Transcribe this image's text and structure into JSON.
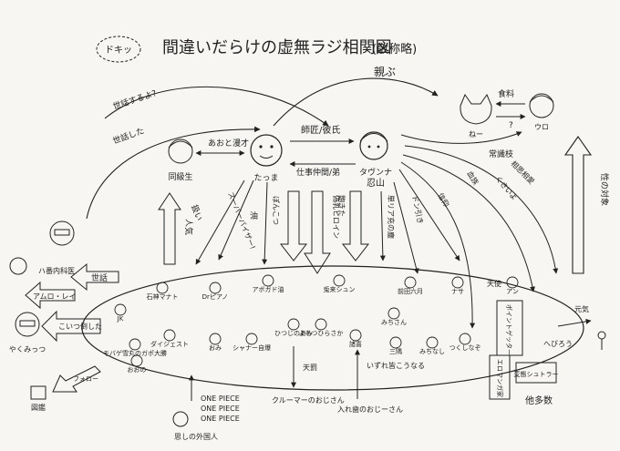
{
  "header": {
    "badge": "ドキッ",
    "title": "間違いだらけの虚無ラジ相関図",
    "title_note": "(敬称略)"
  },
  "main_nodes": {
    "left_person_label": "同級生",
    "center_label": "たっま",
    "right_label_1": "タヴンナ",
    "right_label_2": "忍山",
    "cat_label": "ねー",
    "cat_owner_label": "ウロ"
  },
  "top_relations": {
    "oya": "親ぶ",
    "sekai_suruyo": "世話するよ?",
    "sewashita": "世話した",
    "aoto_manga": "あおと漫才",
    "shisho_kareshi": "師匠/彼氏",
    "shigoto_nakama": "仕事仲間/弟",
    "shokuryo": "食料",
    "question": "?",
    "keiryuchi": "常識枝",
    "sei_no_taisho": "性の対象"
  },
  "vertical_arrows": {
    "ninki": "人気",
    "tsukai": "扱い",
    "supervisor": "スーパーバイザー!",
    "abura": "油",
    "ponkotsu": "ぽんこつ",
    "nisemono_heroine": "偽乳ヒロイン",
    "akita": "飽きた",
    "riajuu": "単リア充の塵",
    "donbiki": "ドン引き",
    "shinkou": "信仰",
    "ketsuzoku": "血族",
    "kusai": "くさいよ",
    "aizou": "相思相愛"
  },
  "left_side": {
    "grandpa_label": "ハ番内科医",
    "senpai": "世話",
    "amuro": "アムロ・レイ",
    "kore_taoshita": "こいつ倒した",
    "yakumitsu": "やくみっつ",
    "follow": "フォロー",
    "tosho_label": "図鑑"
  },
  "inner_members": [
    "石神マナト",
    "Drピアノ",
    "アボガド油",
    "兎来シュン",
    "前田六月",
    "ナサ",
    "アン",
    "JK",
    "モバゲ雪丸のガポ大勝",
    "ダイジェスト",
    "おみ",
    "シャナー自爆",
    "ひつじのあみ",
    "よもつひらさか",
    "みちさん",
    "諸喜",
    "三隅",
    "みちなし",
    "つくしなぞ",
    "おおの"
  ],
  "inner_labels": {
    "tenbatsu": "天罰",
    "kuruma_san": "クルーマーのおじさん",
    "izure": "いずれ皆こうなる",
    "ojisan": "入れ歯のおじーさん",
    "one_piece": "ONE PIECE",
    "omoshiro": "思しの外国人",
    "tenshi": "天使",
    "point_gate": "ポイントゲッター",
    "eromanga": "エロマンガ家",
    "henbo": "変態シュトラー",
    "tatousu": "他多数",
    "genki": "元気",
    "hebiro": "へびろう"
  }
}
